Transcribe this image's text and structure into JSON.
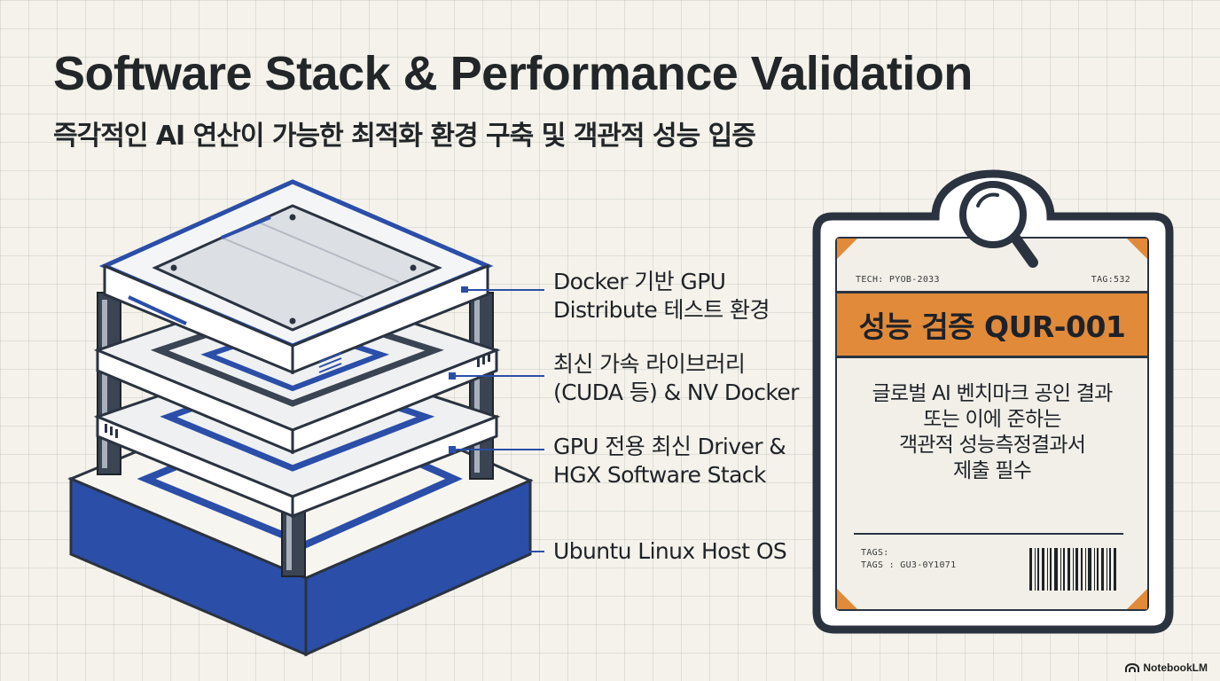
{
  "header": {
    "title": "Software Stack & Performance Validation",
    "subtitle": "즉각적인 AI 연산이 가능한 최적화 환경 구축 및 객관적 성능 입증"
  },
  "stack": {
    "layers": [
      {
        "lines": [
          "Docker 기반 GPU",
          "Distribute 테스트 환경"
        ]
      },
      {
        "lines": [
          "최신 가속 라이브러리",
          "(CUDA 등) & NV Docker"
        ]
      },
      {
        "lines": [
          "GPU 전용 최신 Driver &",
          "HGX Software Stack"
        ]
      },
      {
        "lines": [
          "Ubuntu Linux Host OS"
        ]
      }
    ]
  },
  "badge": {
    "tech": "TECH: PYOB-2033",
    "tag_top": "TAG:532",
    "band": "성능 검증 QUR-001",
    "body_lines": [
      "글로벌 AI 벤치마크 공인 결과",
      "또는 이에 준하는",
      "객관적 성능측정결과서",
      "제출 필수"
    ],
    "tags_label": "TAGS:",
    "tags_line": "TAGS : GU3-0Y1071",
    "icon": "magnifier-icon"
  },
  "brand": {
    "name": "NotebookLM",
    "icon": "notebooklm-logo-icon"
  },
  "colors": {
    "blue": "#2b4ea8",
    "dark": "#2b3340",
    "orange": "#e18a3a",
    "paper": "#f4f2ea"
  }
}
